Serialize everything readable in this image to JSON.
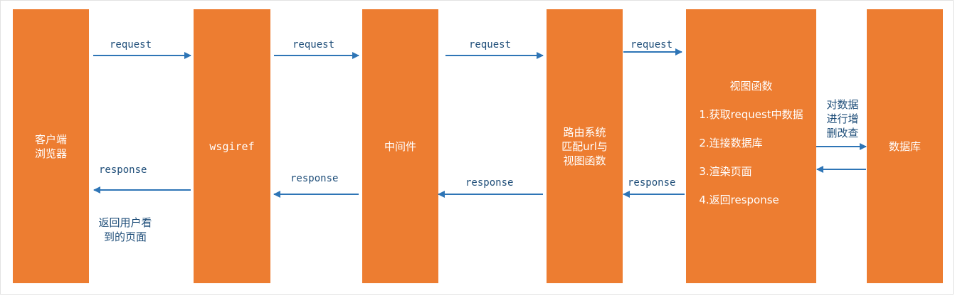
{
  "boxes": {
    "client": "客户端\n浏览器",
    "wsgiref": "wsgiref",
    "middleware": "中间件",
    "routing": "路由系统\n匹配url与\n视图函数",
    "view": {
      "title": "视图函数",
      "steps": [
        "1.获取request中数据",
        "2.连接数据库",
        "3.渲染页面",
        "4.返回response"
      ]
    },
    "database": "数据库"
  },
  "labels": {
    "request": "request",
    "response": "response"
  },
  "notes": {
    "db_ops": "对数据\n进行增\n删改查",
    "return_page": "返回用户看\n到的页面"
  },
  "colors": {
    "box_fill": "#ed7d31",
    "arrow": "#2e75b6",
    "label_text": "#1f4e79"
  }
}
